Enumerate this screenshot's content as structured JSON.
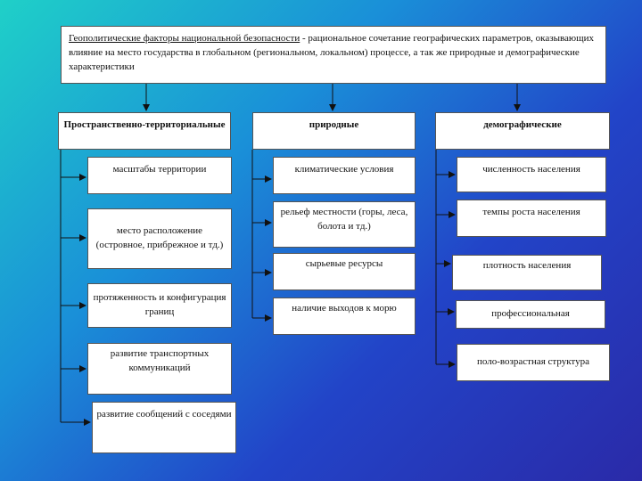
{
  "top": {
    "title_underlined": "Геополитические факторы национальной безопасности",
    "title_rest": " - рациональное сочетание географических параметров, оказывающих влияние на место государства в глобальном (региональном, локальном) процессе, а так же природные и демографические характеристики"
  },
  "columns": [
    {
      "header": "Пространственно-территориальные",
      "items": [
        "масштабы территории",
        "место расположение (островное, прибрежное и тд.)",
        "протяженность и конфигурация границ",
        "развитие транспортных коммуникаций",
        "развитие сообщений с соседями"
      ]
    },
    {
      "header": "природные",
      "items": [
        "климатические условия",
        "рельеф местности (горы, леса, болота и тд.)",
        "сырьевые ресурсы",
        "наличие выходов к морю"
      ]
    },
    {
      "header": "демографические",
      "items": [
        "численность населения",
        "темпы роста населения",
        "плотность населения",
        "профессиональная",
        "поло-возрастная структура"
      ]
    }
  ],
  "colors": {
    "line": "#111111",
    "box_border": "#555555"
  }
}
